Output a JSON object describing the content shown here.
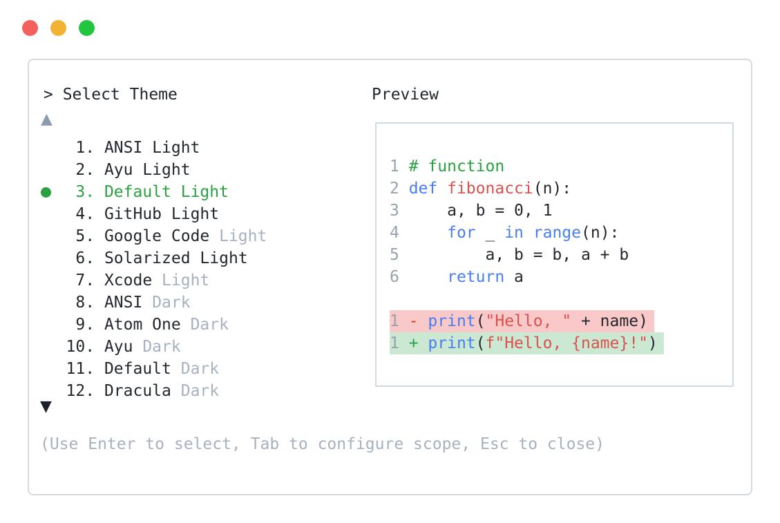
{
  "window": {
    "controls": [
      {
        "icon": "close-window-icon",
        "color": "#f4615c"
      },
      {
        "icon": "minimize-window-icon",
        "color": "#f2b234"
      },
      {
        "icon": "zoom-window-icon",
        "color": "#22c53e"
      }
    ]
  },
  "theme_picker": {
    "prompt": "> Select Theme",
    "scroll_up_indicator": "▲",
    "scroll_down_indicator": "▼",
    "items": [
      {
        "number": "1.",
        "name": "ANSI",
        "variant": "Light",
        "variant_muted": false,
        "selected": false
      },
      {
        "number": "2.",
        "name": "Ayu",
        "variant": "Light",
        "variant_muted": false,
        "selected": false
      },
      {
        "number": "3.",
        "name": "Default",
        "variant": "Light",
        "variant_muted": false,
        "selected": true
      },
      {
        "number": "4.",
        "name": "GitHub",
        "variant": "Light",
        "variant_muted": false,
        "selected": false
      },
      {
        "number": "5.",
        "name": "Google Code",
        "variant": "Light",
        "variant_muted": true,
        "selected": false
      },
      {
        "number": "6.",
        "name": "Solarized",
        "variant": "Light",
        "variant_muted": false,
        "selected": false
      },
      {
        "number": "7.",
        "name": "Xcode",
        "variant": "Light",
        "variant_muted": true,
        "selected": false
      },
      {
        "number": "8.",
        "name": "ANSI",
        "variant": "Dark",
        "variant_muted": true,
        "selected": false
      },
      {
        "number": "9.",
        "name": "Atom One",
        "variant": "Dark",
        "variant_muted": true,
        "selected": false
      },
      {
        "number": "10.",
        "name": "Ayu",
        "variant": "Dark",
        "variant_muted": true,
        "selected": false
      },
      {
        "number": "11.",
        "name": "Default",
        "variant": "Dark",
        "variant_muted": true,
        "selected": false
      },
      {
        "number": "12.",
        "name": "Dracula",
        "variant": "Dark",
        "variant_muted": true,
        "selected": false
      }
    ],
    "footer_hint": "(Use Enter to select, Tab to configure scope, Esc to close)"
  },
  "preview": {
    "label": "Preview",
    "lines": [
      {
        "num": "1",
        "tokens": [
          [
            "comment",
            "# function"
          ]
        ]
      },
      {
        "num": "2",
        "tokens": [
          [
            "kw",
            "def"
          ],
          [
            "plain",
            " "
          ],
          [
            "fn",
            "fibonacci"
          ],
          [
            "plain",
            "(n):"
          ]
        ]
      },
      {
        "num": "3",
        "tokens": [
          [
            "plain",
            "    a, b = 0, 1"
          ]
        ]
      },
      {
        "num": "4",
        "tokens": [
          [
            "plain",
            "    "
          ],
          [
            "kw",
            "for"
          ],
          [
            "plain",
            " _ "
          ],
          [
            "kw",
            "in"
          ],
          [
            "plain",
            " "
          ],
          [
            "kw",
            "range"
          ],
          [
            "plain",
            "(n):"
          ]
        ]
      },
      {
        "num": "5",
        "tokens": [
          [
            "plain",
            "        a, b = b, a + b"
          ]
        ]
      },
      {
        "num": "6",
        "tokens": [
          [
            "plain",
            "    "
          ],
          [
            "kw",
            "return"
          ],
          [
            "plain",
            " a"
          ]
        ]
      },
      {
        "num": "",
        "tokens": []
      },
      {
        "num": "1",
        "diff": "del",
        "tokens": [
          [
            "del-sign",
            "- "
          ],
          [
            "kw",
            "print"
          ],
          [
            "plain",
            "("
          ],
          [
            "str",
            "\"Hello, \""
          ],
          [
            "plain",
            " + name)"
          ]
        ]
      },
      {
        "num": "1",
        "diff": "add",
        "tokens": [
          [
            "add-sign",
            "+ "
          ],
          [
            "kw",
            "print"
          ],
          [
            "plain",
            "("
          ],
          [
            "str",
            "f\"Hello, {name}!\""
          ],
          [
            "plain",
            ")"
          ]
        ]
      }
    ]
  },
  "colors": {
    "accent_green": "#2aa041",
    "keyword_blue": "#4a7df0",
    "function_string_red": "#da524e",
    "plain_text": "#23272e",
    "muted_gray": "#a7b1bf",
    "line_number_gray": "#98a2ae",
    "scroll_up_gray": "#8e9aad",
    "scroll_down_dark": "#1d212b",
    "diff_del_bg": "#f9c8c9",
    "diff_add_bg": "#cbe8d3",
    "diff_del_sign": "#d03b33",
    "diff_add_sign": "#28a145",
    "panel_border": "#d5dae1",
    "preview_border": "#d2d8df",
    "traffic_red": "#f4615c",
    "traffic_yellow": "#f2b234",
    "traffic_green": "#22c53e"
  }
}
